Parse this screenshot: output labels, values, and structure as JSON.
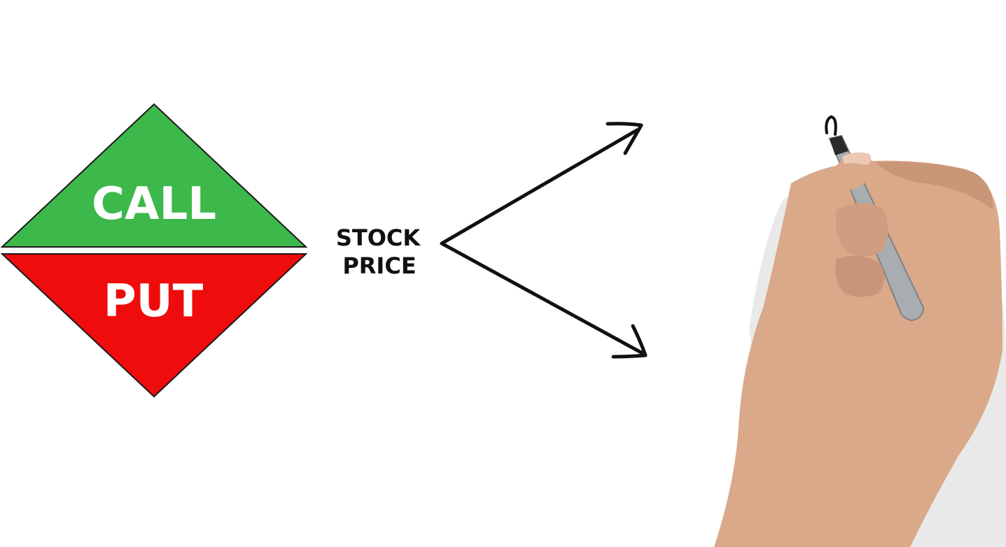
{
  "diamond": {
    "top_label": "CALL",
    "bottom_label": "PUT",
    "top_color": "#3db84a",
    "bottom_color": "#ee0c0c",
    "label_color": "#ffffff"
  },
  "stock_label": {
    "line1": "STOCK",
    "line2": "PRICE"
  },
  "arrows": {
    "up_icon": "arrow-up-right-icon",
    "down_icon": "arrow-down-right-icon"
  },
  "drawing_hand": {
    "icon": "hand-holding-marker-icon",
    "skin_color": "#d9a989",
    "marker_color": "#a9adb1"
  }
}
